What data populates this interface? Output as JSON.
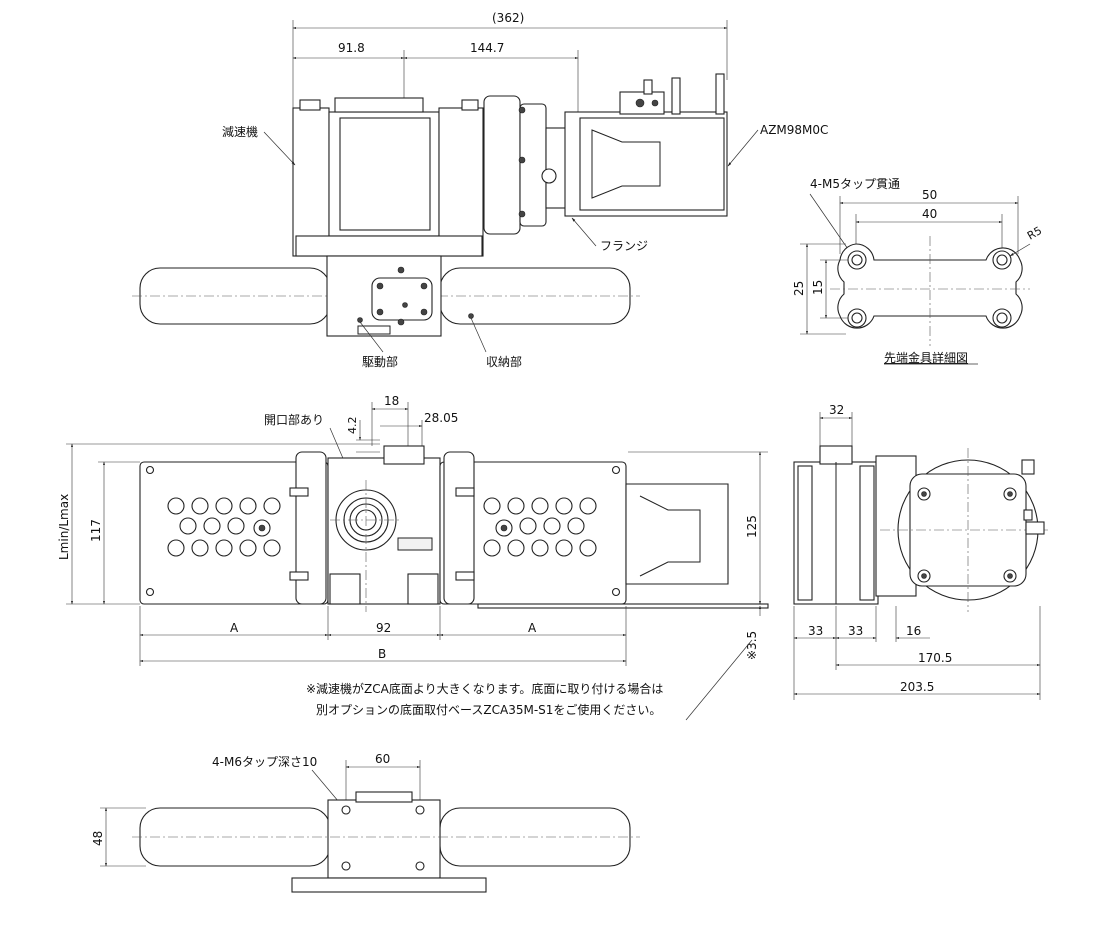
{
  "labels": {
    "reducer": "減速機",
    "motor_model": "AZM98M0C",
    "flange": "フランジ",
    "drive_unit": "駆動部",
    "storage_unit": "収納部",
    "opening": "開口部あり",
    "tap_m5": "4-M5タップ貫通",
    "tip_detail": "先端金具詳細図",
    "tap_m6": "4-M6タップ深さ10",
    "note_line1": "※減速機がZCA底面より大きくなります。底面に取り付ける場合は",
    "note_line2": "別オプションの底面取付ベースZCA35M-S1をご使用ください。"
  },
  "dims": {
    "overall": "(362)",
    "d91_8": "91.8",
    "d144_7": "144.7",
    "d50": "50",
    "d40": "40",
    "r5": "R5",
    "d25": "25",
    "d15": "15",
    "d18": "18",
    "d4_2": "4.2",
    "d28_05": "28.05",
    "lmin_lmax": "Lmin/Lmax",
    "d117": "117",
    "d125": "125",
    "a_left": "A",
    "d92": "92",
    "a_right": "A",
    "b": "B",
    "d3_5": "※3.5",
    "d32": "32",
    "d33a": "33",
    "d33b": "33",
    "d16": "16",
    "d170_5": "170.5",
    "d203_5": "203.5",
    "d60": "60",
    "d48": "48"
  }
}
